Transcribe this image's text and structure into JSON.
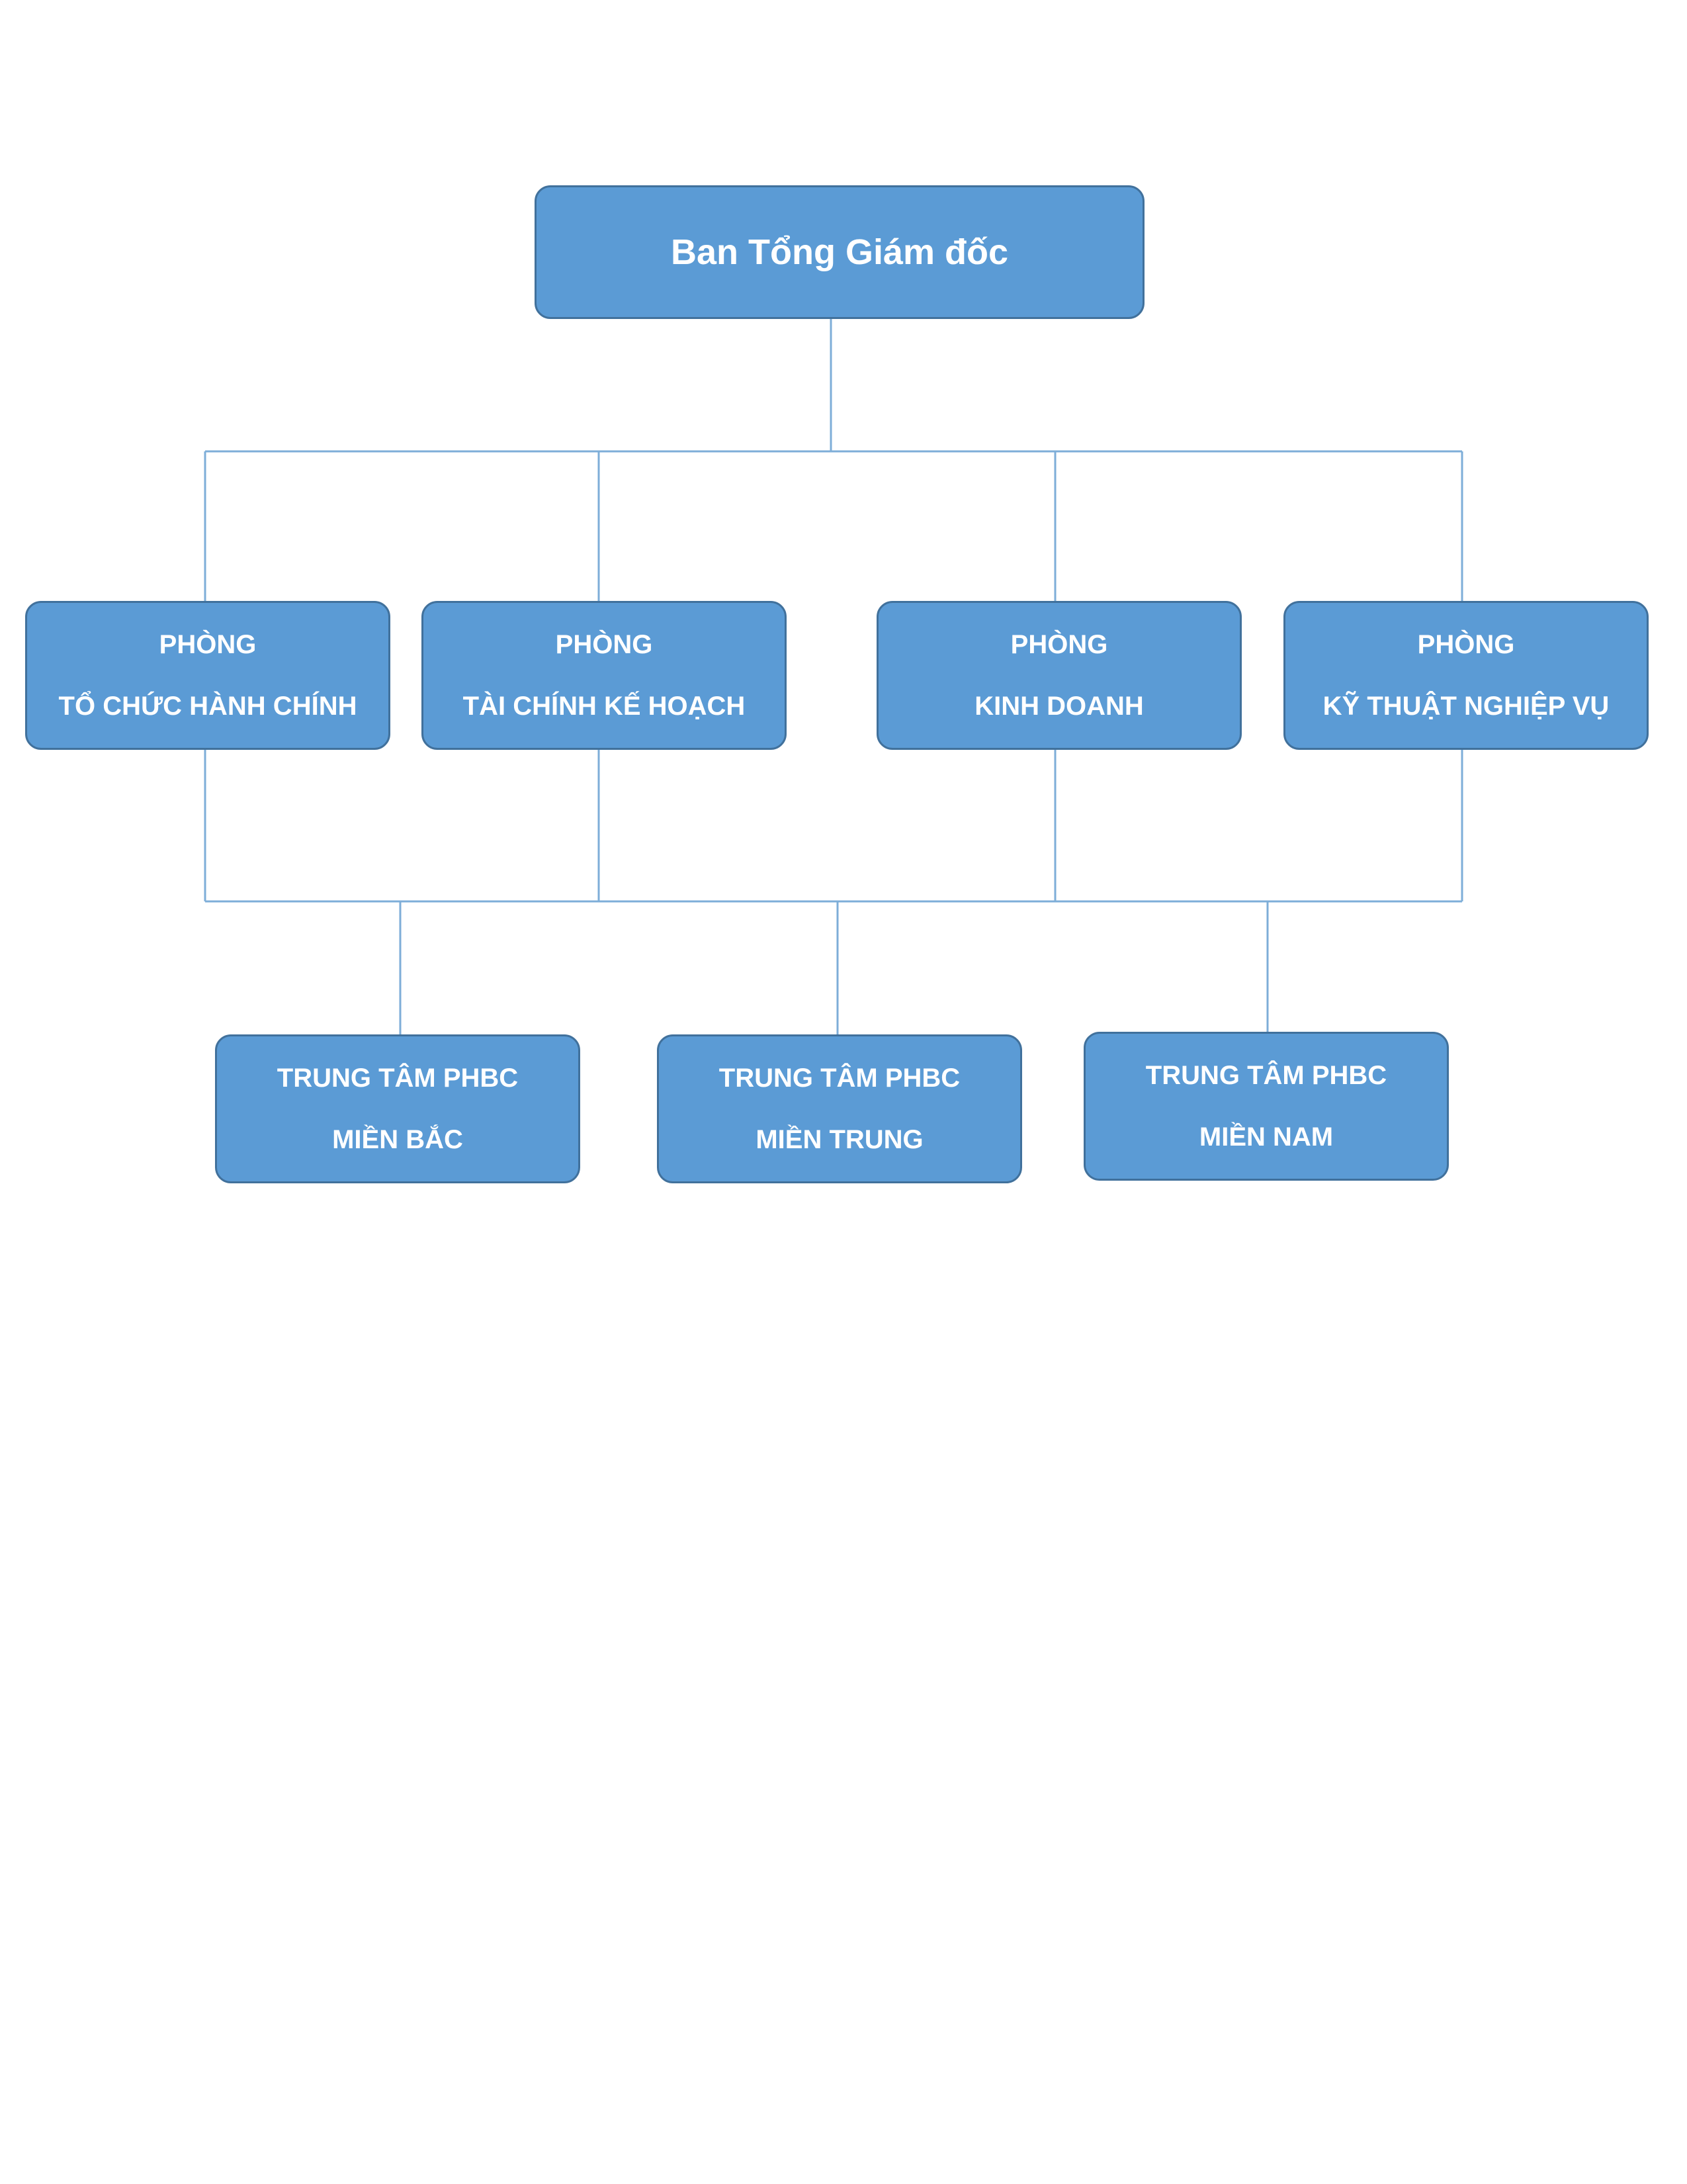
{
  "org_chart": {
    "root": {
      "label": "Ban Tổng Giám đốc"
    },
    "departments": [
      {
        "line1": "PHÒNG",
        "line2": "TỔ CHỨC HÀNH CHÍNH"
      },
      {
        "line1": "PHÒNG",
        "line2": "TÀI CHÍNH KẾ HOẠCH"
      },
      {
        "line1": "PHÒNG",
        "line2": "KINH DOANH"
      },
      {
        "line1": "PHÒNG",
        "line2": "KỸ THUẬT NGHIỆP VỤ"
      }
    ],
    "centers": [
      {
        "line1": "TRUNG TÂM PHBC",
        "line2": "MIỀN BẮC"
      },
      {
        "line1": "TRUNG TÂM PHBC",
        "line2": "MIỀN TRUNG"
      },
      {
        "line1": "TRUNG TÂM PHBC",
        "line2": "MIỀN NAM"
      }
    ],
    "colors": {
      "box_fill": "#5B9BD5",
      "box_border": "#41719C",
      "connector": "#7EAED8",
      "text": "#FFFFFF"
    }
  }
}
